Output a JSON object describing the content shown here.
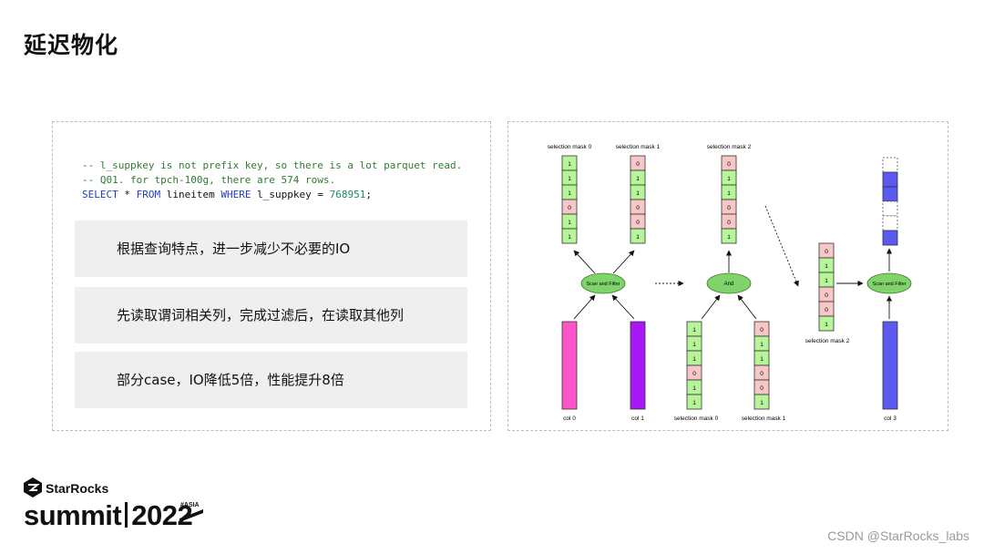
{
  "slide": {
    "title": "延迟物化"
  },
  "code": {
    "comment1": "-- l_suppkey is not prefix key, so there is a lot parquet read.",
    "comment2": "-- Q01. for tpch-100g, there are 574 rows.",
    "kw_select": "SELECT",
    "star": " * ",
    "kw_from": "FROM",
    "table": " lineitem ",
    "kw_where": "WHERE",
    "cond": " l_suppkey = ",
    "value": "768951",
    "end": ";"
  },
  "bullets": [
    "根据查询特点，进一步减少不必要的IO",
    "先读取谓词相关列，完成过滤后，在读取其他列",
    "部分case，IO降低5倍，性能提升8倍"
  ],
  "diagram": {
    "labels": {
      "sel_mask_0": "selection mask 0",
      "sel_mask_1": "selection mask 1",
      "sel_mask_2": "selection mask 2",
      "col0": "col 0",
      "col1": "col 1",
      "col3": "col 3",
      "scan_filter": "Scan and Filter",
      "and": "And"
    },
    "masks": {
      "mask0": [
        "1",
        "1",
        "1",
        "0",
        "1",
        "1"
      ],
      "mask1": [
        "0",
        "1",
        "1",
        "0",
        "0",
        "1"
      ],
      "mask2": [
        "0",
        "1",
        "1",
        "0",
        "0",
        "1"
      ]
    },
    "colors": {
      "one_fill": "#b6f59a",
      "zero_fill": "#f7c6c6",
      "ellipse": "#7fd36a",
      "col0": "#ff55c8",
      "col1": "#a619f5",
      "col3": "#5a5af0"
    }
  },
  "branding": {
    "company": "StarRocks",
    "event": "summit",
    "year": "2022",
    "tag": "#ASIA"
  },
  "watermark": "CSDN @StarRocks_labs"
}
